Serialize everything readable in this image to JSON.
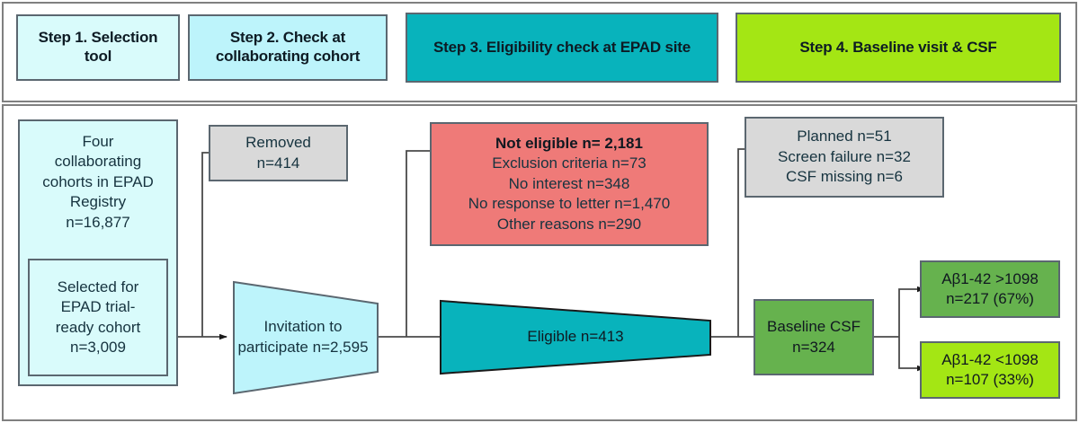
{
  "header": {
    "steps": [
      {
        "label": "Step 1. Selection tool",
        "color": "#d9fbfb"
      },
      {
        "label": "Step 2. Check at collaborating  cohort",
        "color": "#bdf4fb"
      },
      {
        "label": "Step 3. Eligibility check at EPAD site",
        "color": "#08b3bc"
      },
      {
        "label": "Step 4. Baseline visit & CSF",
        "color": "#a4e614"
      }
    ]
  },
  "flow": {
    "registry": {
      "lines": [
        "Four",
        "collaborating",
        "cohorts in EPAD",
        "Registry",
        "n=16,877"
      ],
      "color": "#d9fbfb"
    },
    "selected": {
      "lines": [
        "Selected for",
        "EPAD trial-",
        "ready cohort",
        "n=3,009"
      ],
      "color": "#d9fbfb"
    },
    "removed": {
      "lines": [
        "Removed",
        "n=414"
      ],
      "color": "#d9d9d9"
    },
    "invitation": {
      "lines": [
        "Invitation to",
        "participate",
        "n=2,595"
      ],
      "color": "#bdf4fb"
    },
    "not_eligible": {
      "title": "Not eligible n= 2,181",
      "lines": [
        "Exclusion criteria n=73",
        "No interest n=348",
        "No response to letter n=1,470",
        "Other reasons n=290"
      ],
      "color": "#ef7a78"
    },
    "eligible": {
      "label": "Eligible n=413",
      "color": "#08b3bc"
    },
    "planned": {
      "lines": [
        "Planned n=51",
        "Screen failure n=32",
        "CSF missing n=6"
      ],
      "color": "#d9d9d9"
    },
    "baseline_csf": {
      "lines": [
        "Baseline CSF",
        "n=324"
      ],
      "color": "#66b24e"
    },
    "ab_high": {
      "lines": [
        "Aβ1-42 >1098",
        "n=217 (67%)"
      ],
      "color": "#66b24e"
    },
    "ab_low": {
      "lines": [
        "Aβ1-42 <1098",
        "n=107 (33%)"
      ],
      "color": "#a4e614"
    }
  },
  "chart_data": {
    "type": "diagram",
    "title": "EPAD participant selection and baseline CSF flow",
    "nodes": [
      {
        "id": "registry",
        "label": "Four collaborating cohorts in EPAD Registry",
        "n": 16877
      },
      {
        "id": "selected",
        "label": "Selected for EPAD trial-ready cohort",
        "n": 3009
      },
      {
        "id": "removed",
        "label": "Removed",
        "n": 414
      },
      {
        "id": "invitation",
        "label": "Invitation to participate",
        "n": 2595
      },
      {
        "id": "not_eligible",
        "label": "Not eligible",
        "n": 2181
      },
      {
        "id": "exclusion",
        "label": "Exclusion criteria",
        "n": 73
      },
      {
        "id": "no_interest",
        "label": "No interest",
        "n": 348
      },
      {
        "id": "no_response",
        "label": "No response to letter",
        "n": 1470
      },
      {
        "id": "other",
        "label": "Other reasons",
        "n": 290
      },
      {
        "id": "eligible",
        "label": "Eligible",
        "n": 413
      },
      {
        "id": "planned",
        "label": "Planned",
        "n": 51
      },
      {
        "id": "screen_fail",
        "label": "Screen failure",
        "n": 32
      },
      {
        "id": "csf_missing",
        "label": "CSF missing",
        "n": 6
      },
      {
        "id": "baseline_csf",
        "label": "Baseline CSF",
        "n": 324
      },
      {
        "id": "ab_high",
        "label": "Aβ1-42 >1098",
        "n": 217,
        "pct": "67%"
      },
      {
        "id": "ab_low",
        "label": "Aβ1-42 <1098",
        "n": 107,
        "pct": "33%"
      }
    ],
    "edges": [
      {
        "from": "selected",
        "to": "removed"
      },
      {
        "from": "selected",
        "to": "invitation"
      },
      {
        "from": "invitation",
        "to": "not_eligible"
      },
      {
        "from": "invitation",
        "to": "eligible"
      },
      {
        "from": "eligible",
        "to": "planned"
      },
      {
        "from": "eligible",
        "to": "baseline_csf"
      },
      {
        "from": "baseline_csf",
        "to": "ab_high"
      },
      {
        "from": "baseline_csf",
        "to": "ab_low"
      }
    ],
    "stages": [
      "Step 1. Selection tool",
      "Step 2. Check at collaborating  cohort",
      "Step 3. Eligibility check at EPAD site",
      "Step 4. Baseline visit & CSF"
    ]
  }
}
